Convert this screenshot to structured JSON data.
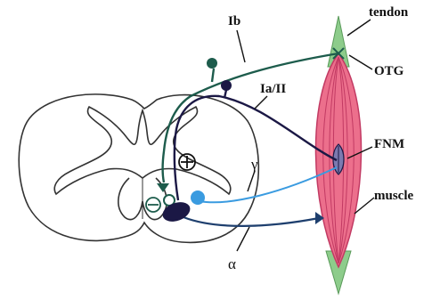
{
  "labels": {
    "tendon": "tendon",
    "otg": "OTG",
    "fnm": "FNM",
    "muscle": "muscle",
    "ib": "Ib",
    "ia_ii": "Ia/II",
    "gamma": "γ",
    "alpha": "α",
    "plus": "⊕",
    "minus": "⊖"
  },
  "colors": {
    "ib_fiber": "#1d5c4c",
    "ia_fiber": "#1b1845",
    "gamma_fiber": "#3a9be0",
    "alpha_fiber": "#1e3f6e",
    "muscle_fill": "#ec6f8c",
    "muscle_stripe": "#c23a63",
    "tendon_fill": "#8dcc8b",
    "spinal_outline": "#333333"
  }
}
